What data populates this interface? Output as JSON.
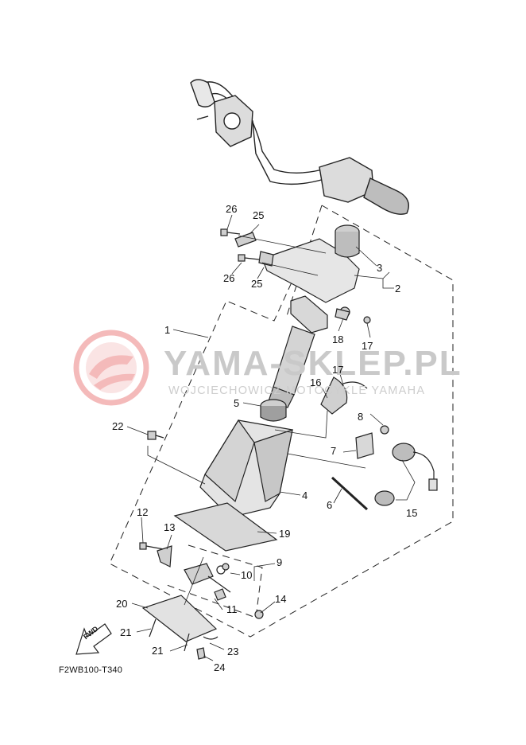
{
  "watermark": {
    "title": "YAMA-SKLEP.PL",
    "subtitle": "WOJCIECHOWICZ MOTOCYKLE YAMAHA",
    "logo_color": "#e23b3b",
    "text_color": "#c9c9c9"
  },
  "diagram_code": "F2WB100-T340",
  "fwd_label": "FWD",
  "callouts": [
    {
      "id": "26a",
      "text": "26"
    },
    {
      "id": "25a",
      "text": "25"
    },
    {
      "id": "26b",
      "text": "26"
    },
    {
      "id": "25b",
      "text": "25"
    },
    {
      "id": "3",
      "text": "3"
    },
    {
      "id": "2",
      "text": "2"
    },
    {
      "id": "1",
      "text": "1"
    },
    {
      "id": "18",
      "text": "18"
    },
    {
      "id": "17a",
      "text": "17"
    },
    {
      "id": "17b",
      "text": "17"
    },
    {
      "id": "16",
      "text": "16"
    },
    {
      "id": "5",
      "text": "5"
    },
    {
      "id": "8",
      "text": "8"
    },
    {
      "id": "22",
      "text": "22"
    },
    {
      "id": "7",
      "text": "7"
    },
    {
      "id": "4",
      "text": "4"
    },
    {
      "id": "6",
      "text": "6"
    },
    {
      "id": "15",
      "text": "15"
    },
    {
      "id": "12",
      "text": "12"
    },
    {
      "id": "13",
      "text": "13"
    },
    {
      "id": "19",
      "text": "19"
    },
    {
      "id": "9",
      "text": "9"
    },
    {
      "id": "10",
      "text": "10"
    },
    {
      "id": "14",
      "text": "14"
    },
    {
      "id": "20",
      "text": "20"
    },
    {
      "id": "11",
      "text": "11"
    },
    {
      "id": "21a",
      "text": "21"
    },
    {
      "id": "21b",
      "text": "21"
    },
    {
      "id": "23",
      "text": "23"
    },
    {
      "id": "24",
      "text": "24"
    }
  ]
}
